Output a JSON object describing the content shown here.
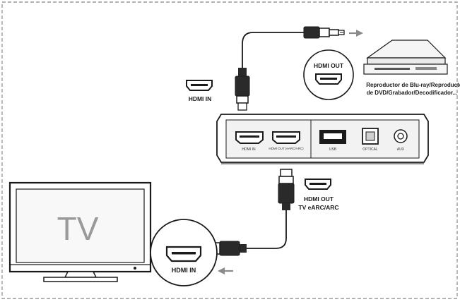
{
  "tv": {
    "screen_text": "TV"
  },
  "labels": {
    "hdmi_in_top": "HDMI IN",
    "hdmi_out_player": "HDMI OUT",
    "player_caption_line1": "Reproductor de Blu-ray/Reproductor",
    "player_caption_line2": "de DVD/Grabador/Decodificador...",
    "hdmi_out_tv_line1": "HDMI OUT",
    "hdmi_out_tv_line2": "TV eARC/ARC",
    "hdmi_in_tv": "HDMI IN"
  },
  "device_ports": {
    "hdmi_in": "HDMI IN",
    "hdmi_out": "HDMI OUT (eARC/ARC)",
    "usb": "USB",
    "optical": "OPTICAL",
    "aux": "AUX"
  },
  "colors": {
    "line": "#1a1a1a",
    "border_dash": "#9a9a9a",
    "arrow": "#8a8a8a",
    "device_body": "#f2f2f2"
  }
}
